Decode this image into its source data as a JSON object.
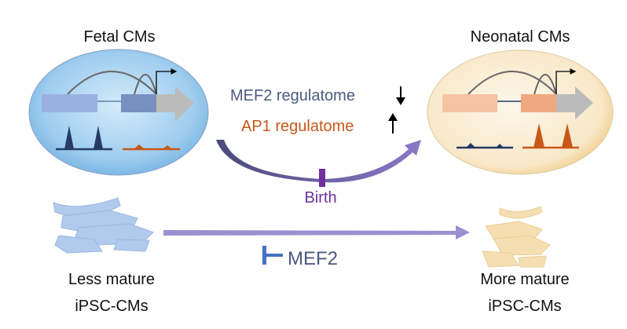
{
  "left_panel": {
    "title": "Fetal CMs"
  },
  "right_panel": {
    "title": "Neonatal CMs"
  },
  "middle": {
    "mef2_label": "MEF2 regulatome",
    "mef2_direction": "down",
    "ap1_label": "AP1 regulatome",
    "ap1_direction": "up",
    "birth_label": "Birth"
  },
  "bottom": {
    "inhibitor_label": "MEF2",
    "left_label_line1": "Less mature",
    "left_label_line2": "iPSC-CMs",
    "right_label_line1": "More mature",
    "right_label_line2": "iPSC-CMs"
  },
  "colors": {
    "mef2": "#4a5a80",
    "ap1": "#c8581a",
    "birth": "#7030a0",
    "fetal_cell": "#8fc3ea",
    "neonatal_cell": "#f6e4c0",
    "navy_peaks": "#253a66",
    "orange_peaks": "#c8581a",
    "inhibit": "#4472c4",
    "maturation_arrow": "#9b8fd0"
  }
}
